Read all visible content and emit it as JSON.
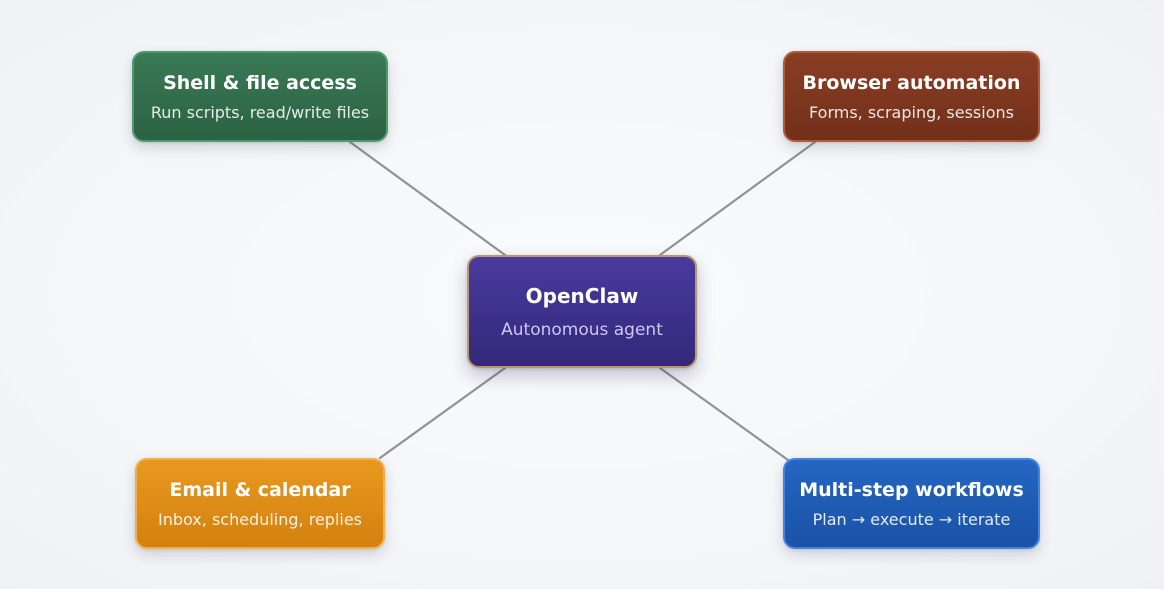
{
  "diagram": {
    "center": {
      "title": "OpenClaw",
      "subtitle": "Autonomous agent"
    },
    "nodes": {
      "shell": {
        "title": "Shell & file access",
        "subtitle": "Run scripts, read/write files"
      },
      "browser": {
        "title": "Browser automation",
        "subtitle": "Forms, scraping, sessions"
      },
      "email": {
        "title": "Email & calendar",
        "subtitle": "Inbox, scheduling, replies"
      },
      "workflow": {
        "title": "Multi-step workflows",
        "subtitle": "Plan → execute → iterate"
      }
    },
    "colors": {
      "shell": "#2f6b4a",
      "browser": "#7c361f",
      "center": "#3d3189",
      "email": "#de8b17",
      "workflow": "#1f5cb4",
      "connector": "#8e949b",
      "background": "#f4f6f9"
    }
  }
}
